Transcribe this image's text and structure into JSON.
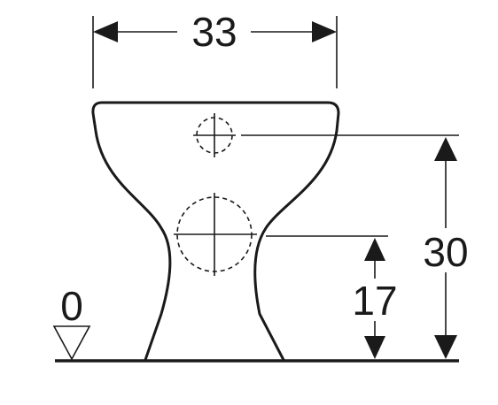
{
  "dimensions": {
    "width_label": "33",
    "height_label": "30",
    "outlet_height_label": "17",
    "floor_level_label": "0"
  }
}
